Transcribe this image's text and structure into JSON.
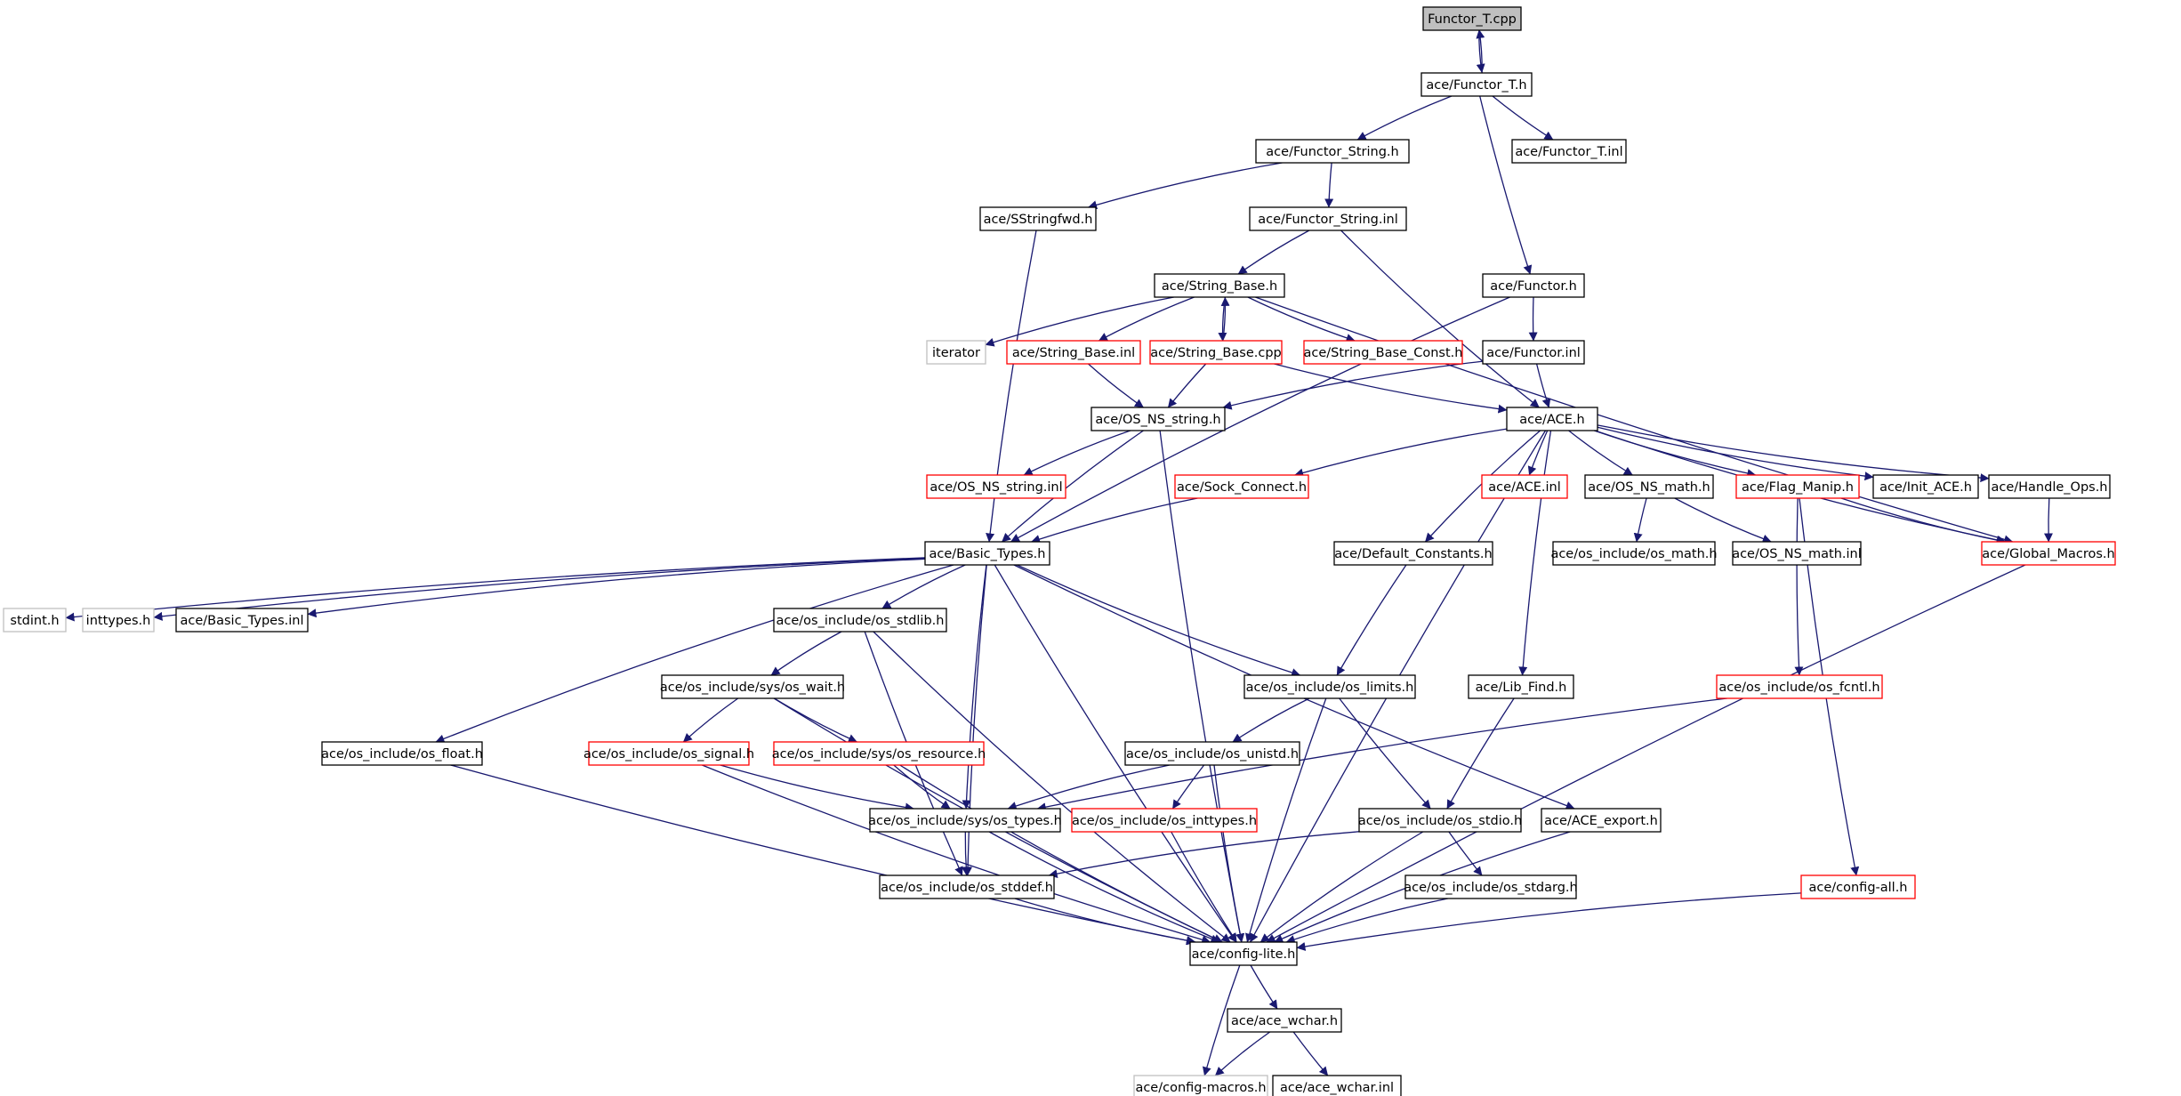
{
  "colors": {
    "edge": "#191970",
    "box_black": "#000000",
    "box_red": "#ff0000",
    "box_gray": "#c0c0c0",
    "root_fill": "#bfbfbf"
  },
  "nodes": [
    {
      "id": "functor_t_cpp",
      "label": "Functor_T.cpp",
      "style": "root"
    },
    {
      "id": "functor_t_h",
      "label": "ace/Functor_T.h",
      "style": "black"
    },
    {
      "id": "functor_string_h",
      "label": "ace/Functor_String.h",
      "style": "black"
    },
    {
      "id": "functor_t_inl",
      "label": "ace/Functor_T.inl",
      "style": "black"
    },
    {
      "id": "sstringfwd_h",
      "label": "ace/SStringfwd.h",
      "style": "black"
    },
    {
      "id": "functor_string_inl",
      "label": "ace/Functor_String.inl",
      "style": "black"
    },
    {
      "id": "functor_h",
      "label": "ace/Functor.h",
      "style": "black"
    },
    {
      "id": "string_base_h",
      "label": "ace/String_Base.h",
      "style": "black"
    },
    {
      "id": "iterator",
      "label": "iterator",
      "style": "gray"
    },
    {
      "id": "string_base_inl",
      "label": "ace/String_Base.inl",
      "style": "red"
    },
    {
      "id": "string_base_cpp",
      "label": "ace/String_Base.cpp",
      "style": "red"
    },
    {
      "id": "string_base_const_h",
      "label": "ace/String_Base_Const.h",
      "style": "red"
    },
    {
      "id": "functor_inl",
      "label": "ace/Functor.inl",
      "style": "black"
    },
    {
      "id": "os_ns_string_h",
      "label": "ace/OS_NS_string.h",
      "style": "black"
    },
    {
      "id": "ace_h",
      "label": "ace/ACE.h",
      "style": "black"
    },
    {
      "id": "os_ns_string_inl",
      "label": "ace/OS_NS_string.inl",
      "style": "red"
    },
    {
      "id": "sock_connect_h",
      "label": "ace/Sock_Connect.h",
      "style": "red"
    },
    {
      "id": "ace_inl",
      "label": "ace/ACE.inl",
      "style": "red"
    },
    {
      "id": "os_ns_math_h",
      "label": "ace/OS_NS_math.h",
      "style": "black"
    },
    {
      "id": "flag_manip_h",
      "label": "ace/Flag_Manip.h",
      "style": "red"
    },
    {
      "id": "init_ace_h",
      "label": "ace/Init_ACE.h",
      "style": "black"
    },
    {
      "id": "handle_ops_h",
      "label": "ace/Handle_Ops.h",
      "style": "black"
    },
    {
      "id": "basic_types_h",
      "label": "ace/Basic_Types.h",
      "style": "black"
    },
    {
      "id": "default_constants_h",
      "label": "ace/Default_Constants.h",
      "style": "black"
    },
    {
      "id": "os_math_h",
      "label": "ace/os_include/os_math.h",
      "style": "black"
    },
    {
      "id": "os_ns_math_inl",
      "label": "ace/OS_NS_math.inl",
      "style": "black"
    },
    {
      "id": "global_macros_h",
      "label": "ace/Global_Macros.h",
      "style": "red"
    },
    {
      "id": "stdint_h",
      "label": "stdint.h",
      "style": "gray"
    },
    {
      "id": "inttypes_h",
      "label": "inttypes.h",
      "style": "gray"
    },
    {
      "id": "basic_types_inl",
      "label": "ace/Basic_Types.inl",
      "style": "black"
    },
    {
      "id": "os_stdlib_h",
      "label": "ace/os_include/os_stdlib.h",
      "style": "black"
    },
    {
      "id": "os_wait_h",
      "label": "ace/os_include/sys/os_wait.h",
      "style": "black"
    },
    {
      "id": "os_limits_h",
      "label": "ace/os_include/os_limits.h",
      "style": "black"
    },
    {
      "id": "lib_find_h",
      "label": "ace/Lib_Find.h",
      "style": "black"
    },
    {
      "id": "os_fcntl_h",
      "label": "ace/os_include/os_fcntl.h",
      "style": "red"
    },
    {
      "id": "os_float_h",
      "label": "ace/os_include/os_float.h",
      "style": "black"
    },
    {
      "id": "os_signal_h",
      "label": "ace/os_include/os_signal.h",
      "style": "red"
    },
    {
      "id": "os_resource_h",
      "label": "ace/os_include/sys/os_resource.h",
      "style": "red"
    },
    {
      "id": "os_unistd_h",
      "label": "ace/os_include/os_unistd.h",
      "style": "black"
    },
    {
      "id": "os_types_h",
      "label": "ace/os_include/sys/os_types.h",
      "style": "black"
    },
    {
      "id": "os_inttypes_h",
      "label": "ace/os_include/os_inttypes.h",
      "style": "red"
    },
    {
      "id": "os_stdio_h",
      "label": "ace/os_include/os_stdio.h",
      "style": "black"
    },
    {
      "id": "ace_export_h",
      "label": "ace/ACE_export.h",
      "style": "black"
    },
    {
      "id": "os_stddef_h",
      "label": "ace/os_include/os_stddef.h",
      "style": "black"
    },
    {
      "id": "os_stdarg_h",
      "label": "ace/os_include/os_stdarg.h",
      "style": "black"
    },
    {
      "id": "config_all_h",
      "label": "ace/config-all.h",
      "style": "red"
    },
    {
      "id": "config_lite_h",
      "label": "ace/config-lite.h",
      "style": "black"
    },
    {
      "id": "ace_wchar_h",
      "label": "ace/ace_wchar.h",
      "style": "black"
    },
    {
      "id": "config_macros_h",
      "label": "ace/config-macros.h",
      "style": "gray"
    },
    {
      "id": "ace_wchar_inl",
      "label": "ace/ace_wchar.inl",
      "style": "black"
    }
  ],
  "edges": [
    [
      "functor_t_cpp",
      "functor_t_h"
    ],
    [
      "functor_t_h",
      "functor_t_cpp"
    ],
    [
      "functor_t_h",
      "functor_string_h"
    ],
    [
      "functor_t_h",
      "functor_t_inl"
    ],
    [
      "functor_t_h",
      "functor_h"
    ],
    [
      "functor_string_h",
      "sstringfwd_h"
    ],
    [
      "functor_string_h",
      "functor_string_inl"
    ],
    [
      "sstringfwd_h",
      "basic_types_h"
    ],
    [
      "functor_string_inl",
      "string_base_h"
    ],
    [
      "functor_string_inl",
      "ace_h"
    ],
    [
      "functor_h",
      "functor_inl"
    ],
    [
      "functor_h",
      "basic_types_h"
    ],
    [
      "string_base_h",
      "iterator"
    ],
    [
      "string_base_h",
      "string_base_inl"
    ],
    [
      "string_base_h",
      "string_base_cpp"
    ],
    [
      "string_base_cpp",
      "string_base_h"
    ],
    [
      "string_base_h",
      "string_base_const_h"
    ],
    [
      "string_base_h",
      "global_macros_h"
    ],
    [
      "string_base_inl",
      "os_ns_string_h"
    ],
    [
      "string_base_cpp",
      "os_ns_string_h"
    ],
    [
      "string_base_cpp",
      "ace_h"
    ],
    [
      "functor_inl",
      "ace_h"
    ],
    [
      "functor_inl",
      "os_ns_string_h"
    ],
    [
      "os_ns_string_h",
      "os_ns_string_inl"
    ],
    [
      "os_ns_string_h",
      "basic_types_h"
    ],
    [
      "os_ns_string_h",
      "config_lite_h"
    ],
    [
      "ace_h",
      "sock_connect_h"
    ],
    [
      "ace_h",
      "default_constants_h"
    ],
    [
      "ace_h",
      "lib_find_h"
    ],
    [
      "ace_h",
      "ace_inl"
    ],
    [
      "ace_h",
      "os_ns_math_h"
    ],
    [
      "ace_h",
      "flag_manip_h"
    ],
    [
      "ace_h",
      "init_ace_h"
    ],
    [
      "ace_h",
      "handle_ops_h"
    ],
    [
      "ace_h",
      "global_macros_h"
    ],
    [
      "ace_h",
      "config_lite_h"
    ],
    [
      "sock_connect_h",
      "basic_types_h"
    ],
    [
      "os_ns_math_h",
      "os_math_h"
    ],
    [
      "os_ns_math_h",
      "os_ns_math_inl"
    ],
    [
      "flag_manip_h",
      "global_macros_h"
    ],
    [
      "flag_manip_h",
      "os_fcntl_h"
    ],
    [
      "flag_manip_h",
      "config_all_h"
    ],
    [
      "handle_ops_h",
      "global_macros_h"
    ],
    [
      "global_macros_h",
      "config_lite_h"
    ],
    [
      "default_constants_h",
      "os_limits_h"
    ],
    [
      "lib_find_h",
      "os_stdio_h"
    ],
    [
      "os_fcntl_h",
      "os_types_h"
    ],
    [
      "basic_types_h",
      "stdint_h"
    ],
    [
      "basic_types_h",
      "inttypes_h"
    ],
    [
      "basic_types_h",
      "basic_types_inl"
    ],
    [
      "basic_types_h",
      "os_stdlib_h"
    ],
    [
      "basic_types_h",
      "os_float_h"
    ],
    [
      "basic_types_h",
      "os_limits_h"
    ],
    [
      "basic_types_h",
      "ace_export_h"
    ],
    [
      "basic_types_h",
      "os_types_h"
    ],
    [
      "basic_types_h",
      "os_stddef_h"
    ],
    [
      "basic_types_h",
      "config_lite_h"
    ],
    [
      "os_stdlib_h",
      "os_wait_h"
    ],
    [
      "os_stdlib_h",
      "os_stddef_h"
    ],
    [
      "os_stdlib_h",
      "config_lite_h"
    ],
    [
      "os_wait_h",
      "os_signal_h"
    ],
    [
      "os_wait_h",
      "os_resource_h"
    ],
    [
      "os_wait_h",
      "config_lite_h"
    ],
    [
      "os_signal_h",
      "os_types_h"
    ],
    [
      "os_signal_h",
      "config_lite_h"
    ],
    [
      "os_resource_h",
      "os_types_h"
    ],
    [
      "os_resource_h",
      "config_lite_h"
    ],
    [
      "os_float_h",
      "config_lite_h"
    ],
    [
      "os_limits_h",
      "os_unistd_h"
    ],
    [
      "os_limits_h",
      "os_stdio_h"
    ],
    [
      "os_limits_h",
      "config_lite_h"
    ],
    [
      "os_unistd_h",
      "os_types_h"
    ],
    [
      "os_unistd_h",
      "os_inttypes_h"
    ],
    [
      "os_unistd_h",
      "config_lite_h"
    ],
    [
      "os_inttypes_h",
      "config_lite_h"
    ],
    [
      "os_types_h",
      "os_stddef_h"
    ],
    [
      "os_types_h",
      "config_lite_h"
    ],
    [
      "os_stdio_h",
      "os_stdarg_h"
    ],
    [
      "os_stdio_h",
      "os_stddef_h"
    ],
    [
      "os_stdio_h",
      "config_lite_h"
    ],
    [
      "os_stddef_h",
      "config_lite_h"
    ],
    [
      "os_stdarg_h",
      "config_lite_h"
    ],
    [
      "ace_export_h",
      "config_lite_h"
    ],
    [
      "config_all_h",
      "config_lite_h"
    ],
    [
      "config_lite_h",
      "ace_wchar_h"
    ],
    [
      "config_lite_h",
      "config_macros_h"
    ],
    [
      "ace_wchar_h",
      "config_macros_h"
    ],
    [
      "ace_wchar_h",
      "ace_wchar_inl"
    ]
  ]
}
